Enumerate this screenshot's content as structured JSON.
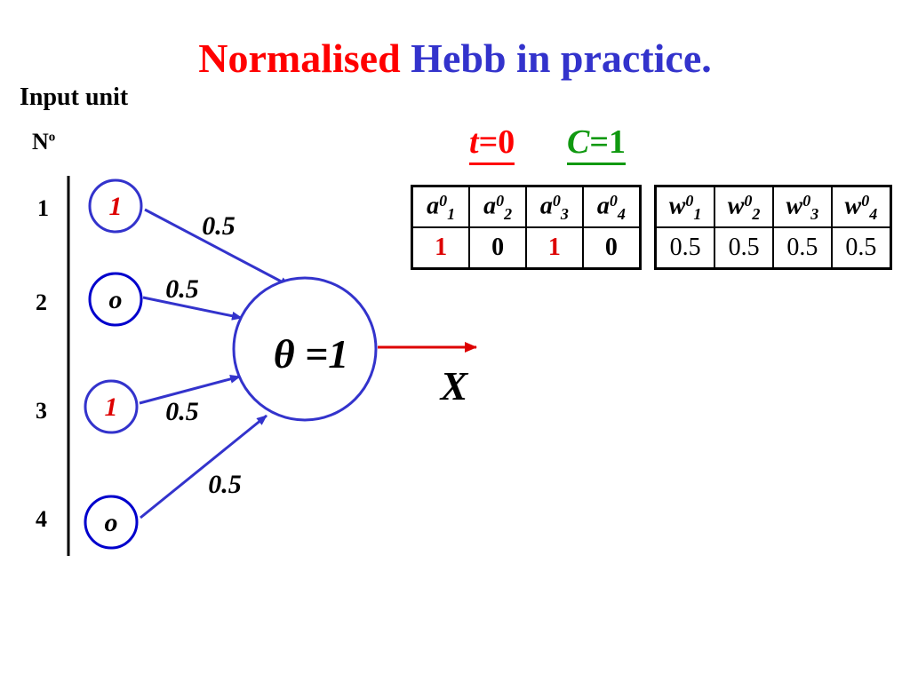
{
  "title": {
    "part1": "Normalised",
    "part2": "Hebb in practice."
  },
  "labels": {
    "input_unit": "Input unit",
    "no_main": "N",
    "no_sup": "o"
  },
  "row_numbers": [
    "1",
    "2",
    "3",
    "4"
  ],
  "inputs": [
    "1",
    "o",
    "1",
    "o"
  ],
  "weight_labels": [
    "0.5",
    "0.5",
    "0.5",
    "0.5"
  ],
  "neuron": {
    "threshold_label": "θ =1",
    "output_label": "X"
  },
  "params": {
    "t_var": "t",
    "t_val": "=0",
    "c_var": "C",
    "c_val": "=1"
  },
  "activation_table": {
    "headers": [
      {
        "base": "a",
        "sup": "0",
        "sub": "1"
      },
      {
        "base": "a",
        "sup": "0",
        "sub": "2"
      },
      {
        "base": "a",
        "sup": "0",
        "sub": "3"
      },
      {
        "base": "a",
        "sup": "0",
        "sub": "4"
      }
    ],
    "values": [
      "1",
      "0",
      "1",
      "0"
    ]
  },
  "weight_table": {
    "headers": [
      {
        "base": "w",
        "sup": "0",
        "sub": "1"
      },
      {
        "base": "w",
        "sup": "0",
        "sub": "2"
      },
      {
        "base": "w",
        "sup": "0",
        "sub": "3"
      },
      {
        "base": "w",
        "sup": "0",
        "sub": "4"
      }
    ],
    "values": [
      "0.5",
      "0.5",
      "0.5",
      "0.5"
    ]
  },
  "colors": {
    "title_red": "#ff0000",
    "title_blue": "#3333cc",
    "node_stroke": "#3333cc",
    "arrow_red": "#dd0000",
    "green": "#119911"
  }
}
